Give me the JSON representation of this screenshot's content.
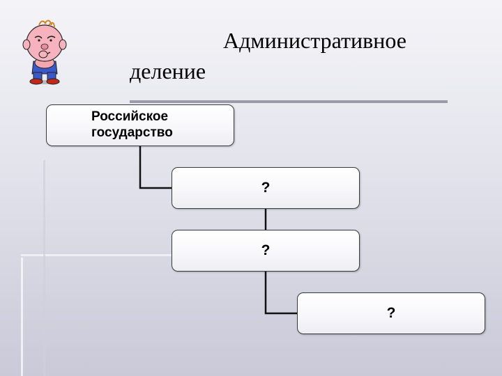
{
  "title": {
    "line1": "Административное",
    "line2": "деление"
  },
  "diagram": {
    "root": {
      "line1": "Российское",
      "line2": "государство"
    },
    "levels": [
      {
        "label": "?"
      },
      {
        "label": "?"
      },
      {
        "label": "?"
      }
    ]
  },
  "colors": {
    "background_top": "#f4f4f8",
    "background_bottom": "#c9c9d8",
    "accent_lines": "#9a9aa8",
    "box_border": "#3a3a3a",
    "connector": "#111111"
  },
  "icons": {
    "mascot": "thinking-cartoon-kid"
  }
}
